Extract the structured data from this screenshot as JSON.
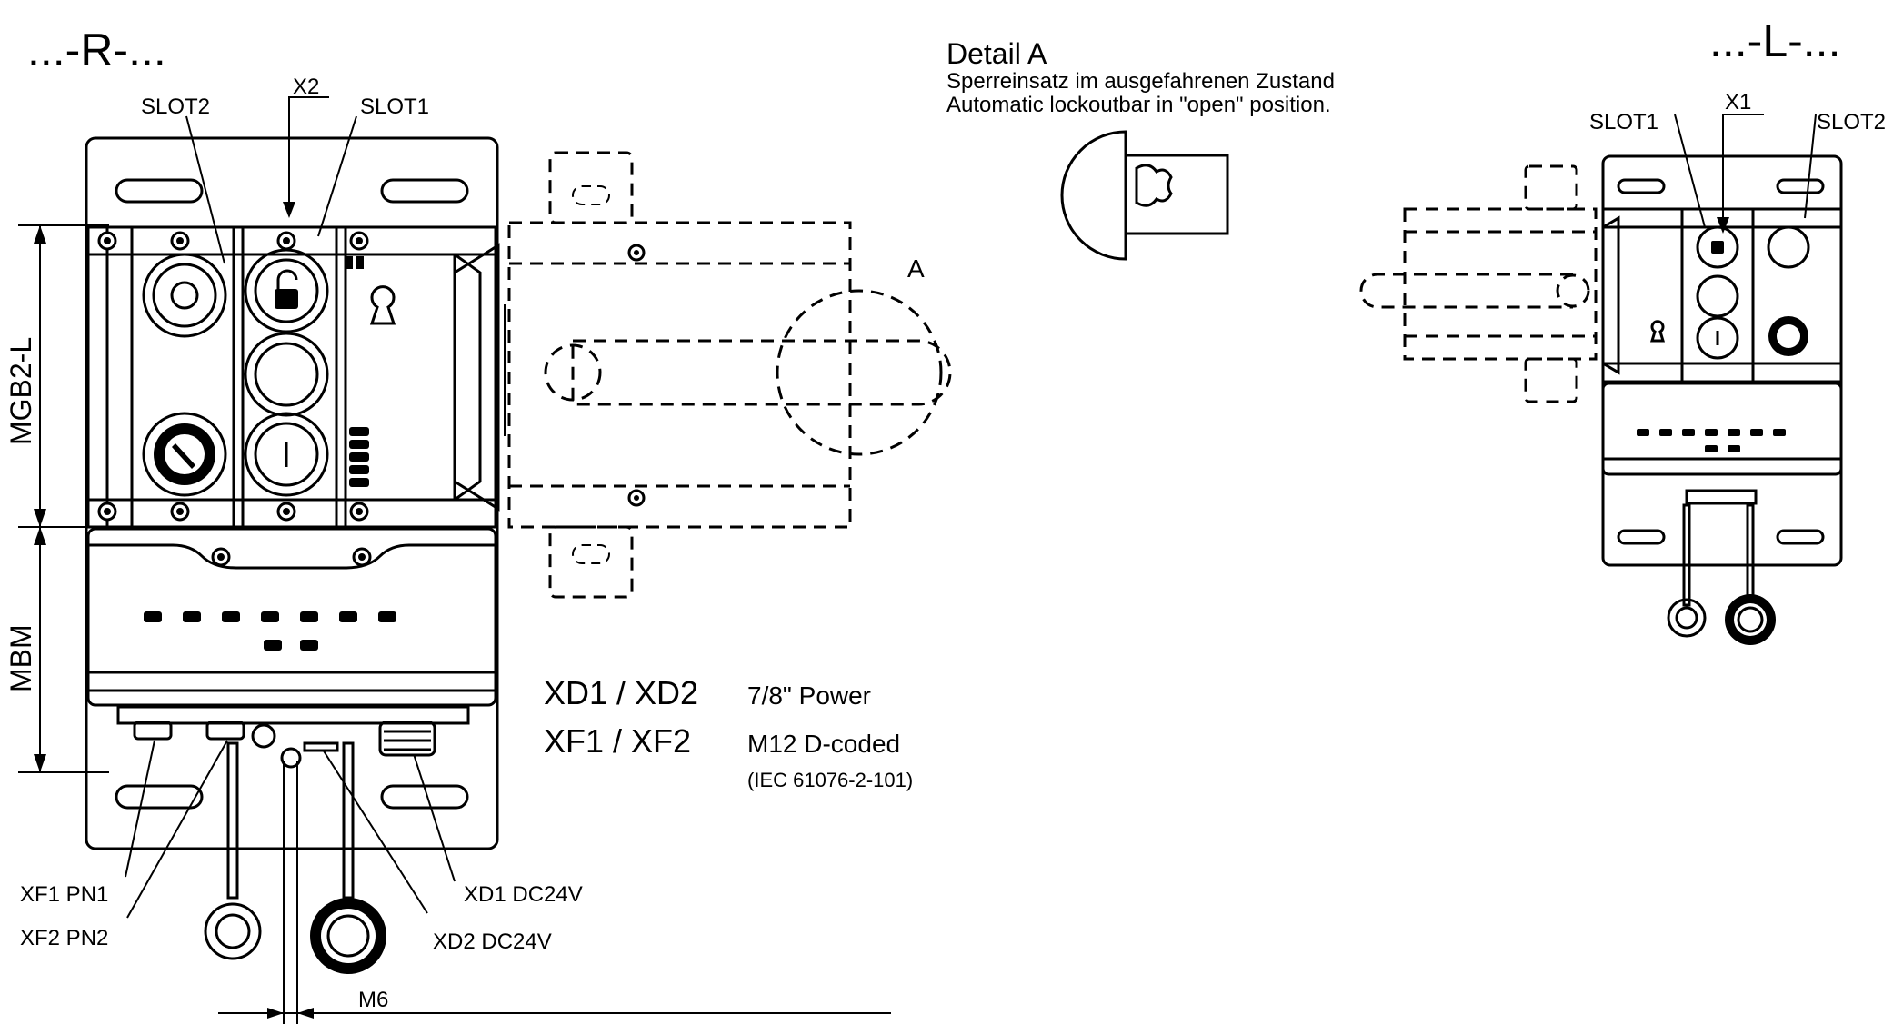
{
  "views": {
    "right_variant_title": "...-R-...",
    "left_variant_title": "...-L-..."
  },
  "detail": {
    "title": "Detail A",
    "line_de": "Sperreinsatz im ausgefahrenen Zustand",
    "line_en": "Automatic lockoutbar in \"open\" position.",
    "marker": "A"
  },
  "dimensions": {
    "mgb2l": "MGB2-L",
    "mbm": "MBM",
    "m6": "M6"
  },
  "labels_right_view": {
    "slot2": "SLOT2",
    "slot1": "SLOT1",
    "x2": "X2",
    "xf1": "XF1 PN1",
    "xf2": "XF2 PN2",
    "xd1": "XD1 DC24V",
    "xd2": "XD2 DC24V"
  },
  "labels_left_view": {
    "slot1": "SLOT1",
    "x1": "X1",
    "slot2": "SLOT2"
  },
  "legend": [
    {
      "code": "XD1 / XD2",
      "desc": "7/8\" Power",
      "note": ""
    },
    {
      "code": "XF1 / XF2",
      "desc": "M12 D-coded",
      "note": "(IEC 61076-2-101)"
    }
  ]
}
